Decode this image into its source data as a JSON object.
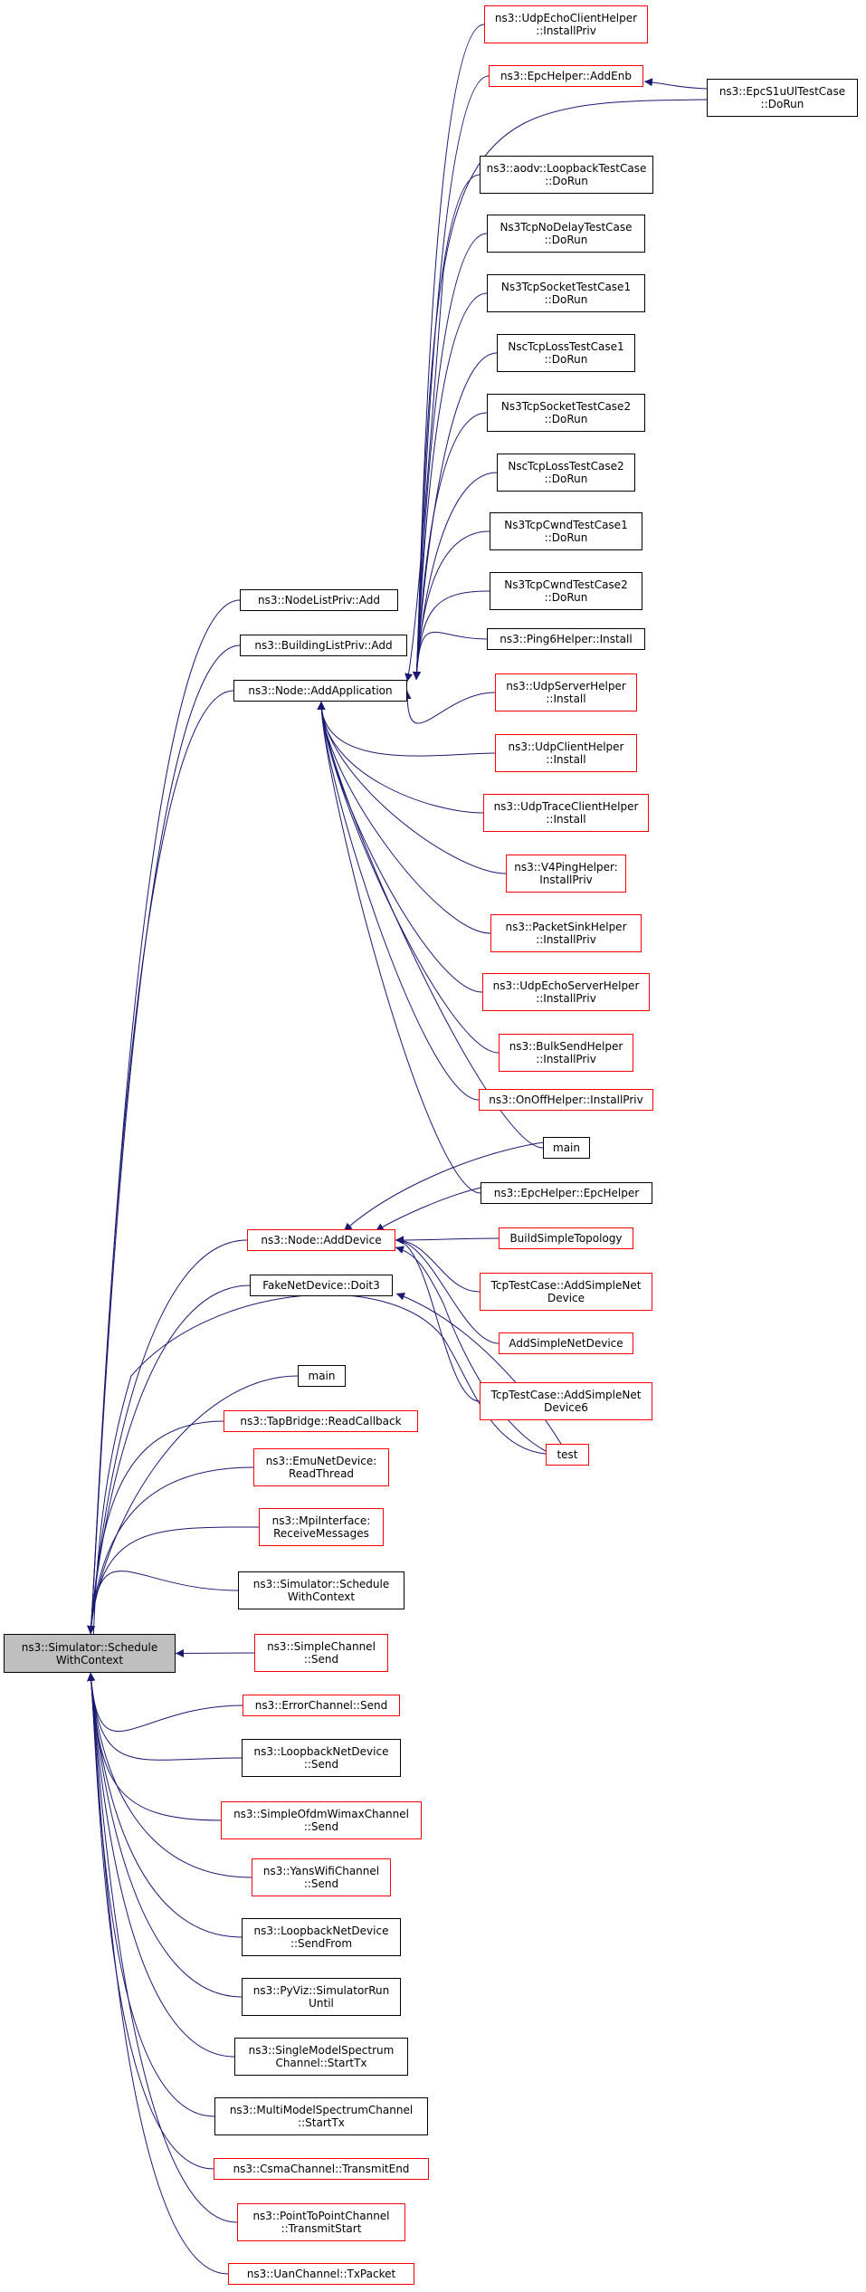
{
  "colors": {
    "edge": "#191970",
    "border_normal": "#000000",
    "border_truncated": "#ff0000",
    "root_fill": "#bfbfbf"
  },
  "nodes": [
    {
      "id": "root",
      "lines": [
        "ns3::Simulator::Schedule",
        "WithContext"
      ],
      "border": "black",
      "root": true
    },
    {
      "id": "n_nodelistpriv",
      "lines": [
        "ns3::NodeListPriv::Add"
      ],
      "border": "black"
    },
    {
      "id": "n_buildinglistpriv",
      "lines": [
        "ns3::BuildingListPriv::Add"
      ],
      "border": "black"
    },
    {
      "id": "n_addapp",
      "lines": [
        "ns3::Node::AddApplication"
      ],
      "border": "black"
    },
    {
      "id": "n_adddevice",
      "lines": [
        "ns3::Node::AddDevice"
      ],
      "border": "red"
    },
    {
      "id": "n_fakenet",
      "lines": [
        "FakeNetDevice::Doit3"
      ],
      "border": "black"
    },
    {
      "id": "n_main1",
      "lines": [
        "main"
      ],
      "border": "black"
    },
    {
      "id": "n_tapbridge",
      "lines": [
        "ns3::TapBridge::ReadCallback"
      ],
      "border": "red"
    },
    {
      "id": "n_emunet",
      "lines": [
        "ns3::EmuNetDevice:",
        "ReadThread"
      ],
      "border": "red"
    },
    {
      "id": "n_mpi",
      "lines": [
        "ns3::MpiInterface:",
        "ReceiveMessages"
      ],
      "border": "red"
    },
    {
      "id": "n_simsched",
      "lines": [
        "ns3::Simulator::Schedule",
        "WithContext"
      ],
      "border": "black"
    },
    {
      "id": "n_simplechan",
      "lines": [
        "ns3::SimpleChannel",
        "::Send"
      ],
      "border": "red"
    },
    {
      "id": "n_errorchan",
      "lines": [
        "ns3::ErrorChannel::Send"
      ],
      "border": "red"
    },
    {
      "id": "n_loopsend",
      "lines": [
        "ns3::LoopbackNetDevice",
        "::Send"
      ],
      "border": "black"
    },
    {
      "id": "n_ofdm",
      "lines": [
        "ns3::SimpleOfdmWimaxChannel",
        "::Send"
      ],
      "border": "red"
    },
    {
      "id": "n_yans",
      "lines": [
        "ns3::YansWifiChannel",
        "::Send"
      ],
      "border": "red"
    },
    {
      "id": "n_loopsendfrom",
      "lines": [
        "ns3::LoopbackNetDevice",
        "::SendFrom"
      ],
      "border": "black"
    },
    {
      "id": "n_pyviz",
      "lines": [
        "ns3::PyViz::SimulatorRun",
        "Until"
      ],
      "border": "black"
    },
    {
      "id": "n_singlespec",
      "lines": [
        "ns3::SingleModelSpectrum",
        "Channel::StartTx"
      ],
      "border": "black"
    },
    {
      "id": "n_multispec",
      "lines": [
        "ns3::MultiModelSpectrumChannel",
        "::StartTx"
      ],
      "border": "black"
    },
    {
      "id": "n_csma",
      "lines": [
        "ns3::CsmaChannel::TransmitEnd"
      ],
      "border": "red"
    },
    {
      "id": "n_p2p",
      "lines": [
        "ns3::PointToPointChannel",
        "::TransmitStart"
      ],
      "border": "red"
    },
    {
      "id": "n_uan",
      "lines": [
        "ns3::UanChannel::TxPacket"
      ],
      "border": "red"
    },
    {
      "id": "n_udpechoclient",
      "lines": [
        "ns3::UdpEchoClientHelper",
        "::InstallPriv"
      ],
      "border": "red"
    },
    {
      "id": "n_epcaddenb",
      "lines": [
        "ns3::EpcHelper::AddEnb"
      ],
      "border": "red"
    },
    {
      "id": "n_epcs1u",
      "lines": [
        "ns3::EpcS1uUlTestCase",
        "::DoRun"
      ],
      "border": "black"
    },
    {
      "id": "n_aodv",
      "lines": [
        "ns3::aodv::LoopbackTestCase",
        "::DoRun"
      ],
      "border": "black"
    },
    {
      "id": "n_ns3nodelay",
      "lines": [
        "Ns3TcpNoDelayTestCase",
        "::DoRun"
      ],
      "border": "black"
    },
    {
      "id": "n_ns3socket1",
      "lines": [
        "Ns3TcpSocketTestCase1",
        "::DoRun"
      ],
      "border": "black"
    },
    {
      "id": "n_nscloss1",
      "lines": [
        "NscTcpLossTestCase1",
        "::DoRun"
      ],
      "border": "black"
    },
    {
      "id": "n_ns3socket2",
      "lines": [
        "Ns3TcpSocketTestCase2",
        "::DoRun"
      ],
      "border": "black"
    },
    {
      "id": "n_nscloss2",
      "lines": [
        "NscTcpLossTestCase2",
        "::DoRun"
      ],
      "border": "black"
    },
    {
      "id": "n_ns3cwnd1",
      "lines": [
        "Ns3TcpCwndTestCase1",
        "::DoRun"
      ],
      "border": "black"
    },
    {
      "id": "n_ns3cwnd2",
      "lines": [
        "Ns3TcpCwndTestCase2",
        "::DoRun"
      ],
      "border": "black"
    },
    {
      "id": "n_ping6",
      "lines": [
        "ns3::Ping6Helper::Install"
      ],
      "border": "black"
    },
    {
      "id": "n_udpserver",
      "lines": [
        "ns3::UdpServerHelper",
        "::Install"
      ],
      "border": "red"
    },
    {
      "id": "n_udpclient",
      "lines": [
        "ns3::UdpClientHelper",
        "::Install"
      ],
      "border": "red"
    },
    {
      "id": "n_udptrace",
      "lines": [
        "ns3::UdpTraceClientHelper",
        "::Install"
      ],
      "border": "red"
    },
    {
      "id": "n_v4ping",
      "lines": [
        "ns3::V4PingHelper:",
        "InstallPriv"
      ],
      "border": "red"
    },
    {
      "id": "n_packetsink",
      "lines": [
        "ns3::PacketSinkHelper",
        "::InstallPriv"
      ],
      "border": "red"
    },
    {
      "id": "n_udpechoserver",
      "lines": [
        "ns3::UdpEchoServerHelper",
        "::InstallPriv"
      ],
      "border": "red"
    },
    {
      "id": "n_bulksend",
      "lines": [
        "ns3::BulkSendHelper",
        "::InstallPriv"
      ],
      "border": "red"
    },
    {
      "id": "n_onoff",
      "lines": [
        "ns3::OnOffHelper::InstallPriv"
      ],
      "border": "red"
    },
    {
      "id": "n_main2",
      "lines": [
        "main"
      ],
      "border": "black"
    },
    {
      "id": "n_epchelper",
      "lines": [
        "ns3::EpcHelper::EpcHelper"
      ],
      "border": "black"
    },
    {
      "id": "n_buildsimple",
      "lines": [
        "BuildSimpleTopology"
      ],
      "border": "red"
    },
    {
      "id": "n_tcpaddsimple",
      "lines": [
        "TcpTestCase::AddSimpleNet",
        "Device"
      ],
      "border": "red"
    },
    {
      "id": "n_addsimple",
      "lines": [
        "AddSimpleNetDevice"
      ],
      "border": "red"
    },
    {
      "id": "n_tcpaddsimple6",
      "lines": [
        "TcpTestCase::AddSimpleNet",
        "Device6"
      ],
      "border": "red"
    },
    {
      "id": "n_test",
      "lines": [
        "test"
      ],
      "border": "red"
    }
  ],
  "edges": [
    [
      "n_nodelistpriv",
      "root"
    ],
    [
      "n_buildinglistpriv",
      "root"
    ],
    [
      "n_addapp",
      "root"
    ],
    [
      "n_adddevice",
      "root"
    ],
    [
      "n_fakenet",
      "root"
    ],
    [
      "n_main1",
      "root"
    ],
    [
      "n_tapbridge",
      "root"
    ],
    [
      "n_emunet",
      "root"
    ],
    [
      "n_mpi",
      "root"
    ],
    [
      "n_simsched",
      "root"
    ],
    [
      "n_simplechan",
      "root"
    ],
    [
      "n_errorchan",
      "root"
    ],
    [
      "n_loopsend",
      "root"
    ],
    [
      "n_ofdm",
      "root"
    ],
    [
      "n_yans",
      "root"
    ],
    [
      "n_loopsendfrom",
      "root"
    ],
    [
      "n_pyviz",
      "root"
    ],
    [
      "n_singlespec",
      "root"
    ],
    [
      "n_multispec",
      "root"
    ],
    [
      "n_csma",
      "root"
    ],
    [
      "n_p2p",
      "root"
    ],
    [
      "n_uan",
      "root"
    ],
    [
      "n_test",
      "root"
    ],
    [
      "n_udpechoclient",
      "n_addapp"
    ],
    [
      "n_epcaddenb",
      "n_addapp"
    ],
    [
      "n_epcs1u",
      "n_addapp"
    ],
    [
      "n_aodv",
      "n_addapp"
    ],
    [
      "n_ns3nodelay",
      "n_addapp"
    ],
    [
      "n_ns3socket1",
      "n_addapp"
    ],
    [
      "n_nscloss1",
      "n_addapp"
    ],
    [
      "n_ns3socket2",
      "n_addapp"
    ],
    [
      "n_nscloss2",
      "n_addapp"
    ],
    [
      "n_ns3cwnd1",
      "n_addapp"
    ],
    [
      "n_ns3cwnd2",
      "n_addapp"
    ],
    [
      "n_ping6",
      "n_addapp"
    ],
    [
      "n_udpserver",
      "n_addapp"
    ],
    [
      "n_udpclient",
      "n_addapp"
    ],
    [
      "n_udptrace",
      "n_addapp"
    ],
    [
      "n_v4ping",
      "n_addapp"
    ],
    [
      "n_packetsink",
      "n_addapp"
    ],
    [
      "n_udpechoserver",
      "n_addapp"
    ],
    [
      "n_bulksend",
      "n_addapp"
    ],
    [
      "n_onoff",
      "n_addapp"
    ],
    [
      "n_main2",
      "n_addapp"
    ],
    [
      "n_epchelper",
      "n_addapp"
    ],
    [
      "n_epcs1u",
      "n_epcaddenb"
    ],
    [
      "n_main2",
      "n_adddevice"
    ],
    [
      "n_epchelper",
      "n_adddevice"
    ],
    [
      "n_buildsimple",
      "n_adddevice"
    ],
    [
      "n_tcpaddsimple",
      "n_adddevice"
    ],
    [
      "n_addsimple",
      "n_adddevice"
    ],
    [
      "n_tcpaddsimple6",
      "n_adddevice"
    ],
    [
      "n_test",
      "n_adddevice"
    ],
    [
      "n_test",
      "n_fakenet"
    ]
  ]
}
